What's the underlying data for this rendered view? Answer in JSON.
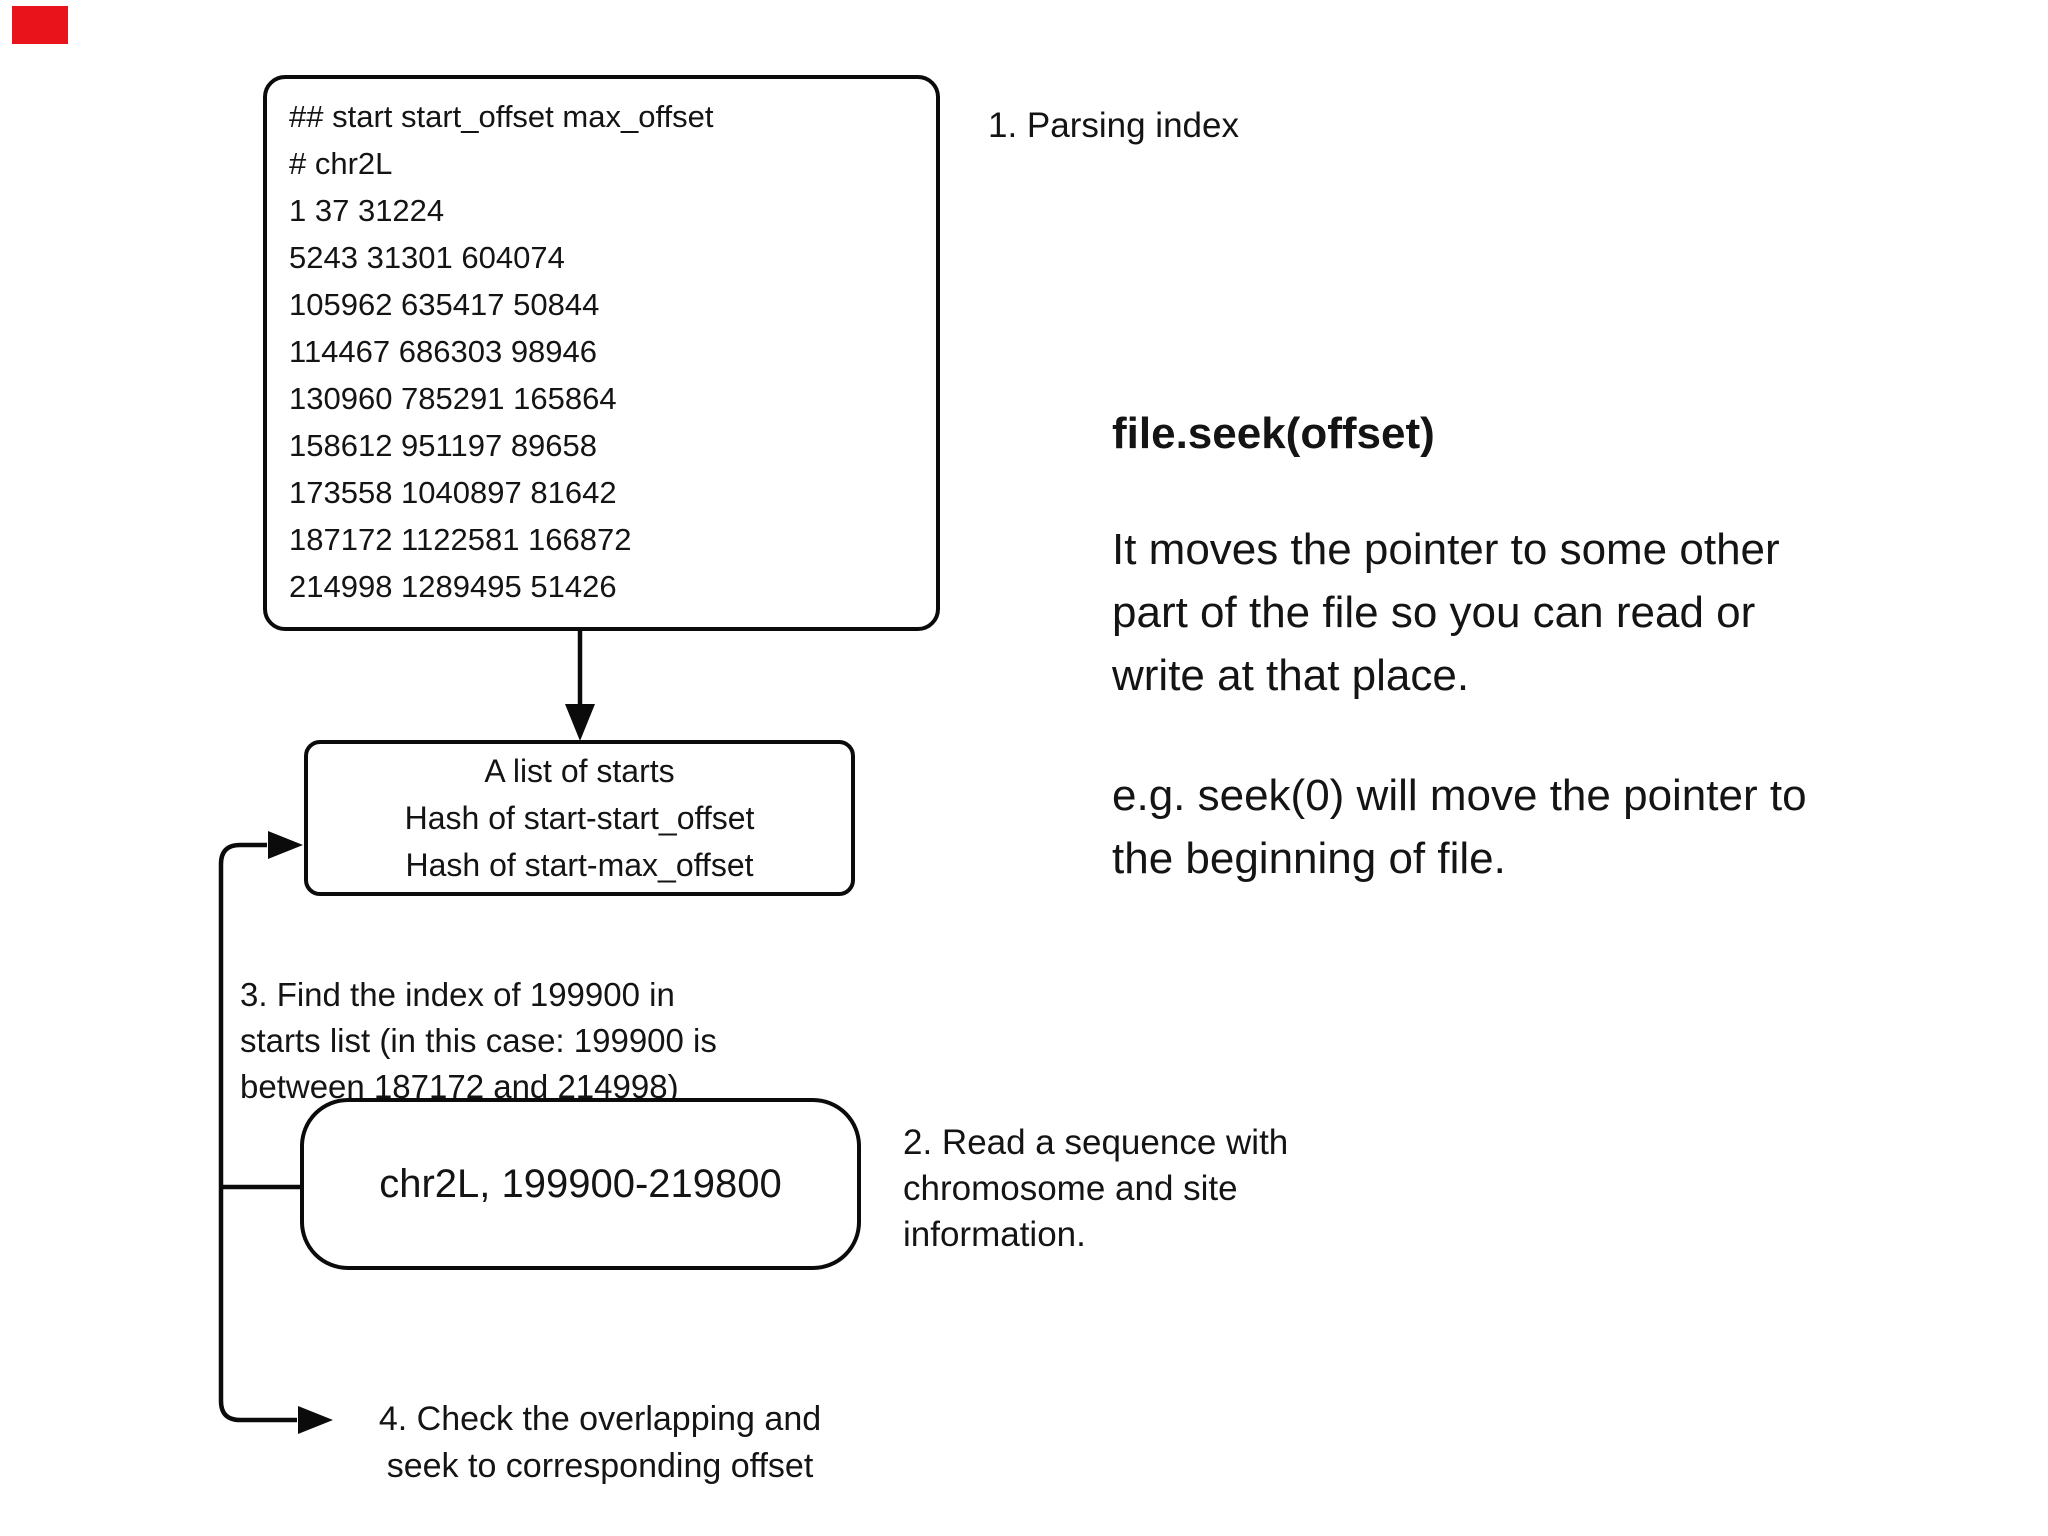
{
  "colors": {
    "ink": "#0b0b0b",
    "marker_red": "#e9141b",
    "background": "#ffffff"
  },
  "index_box": {
    "lines": [
      "## start start_offset max_offset",
      "# chr2L",
      "1 37 31224",
      "5243 31301 604074",
      "105962 635417 50844",
      "114467 686303 98946",
      "130960 785291 165864",
      "158612 951197 89658",
      "173558 1040897 81642",
      "187172 1122581 166872",
      "214998 1289495 51426"
    ]
  },
  "starts_box": {
    "lines": [
      "A list of starts",
      "Hash of start-start_offset",
      "Hash of start-max_offset"
    ]
  },
  "query_box": {
    "text": "chr2L, 199900-219800"
  },
  "labels": {
    "step1": "1. Parsing index",
    "step2": [
      "2. Read a sequence with",
      "chromosome and site",
      "information."
    ],
    "step3": [
      "3. Find the index of 199900 in",
      "starts list (in this case: 199900 is",
      "between 187172 and 214998)"
    ],
    "step4": [
      "4. Check the overlapping and",
      "seek to corresponding offset"
    ]
  },
  "seek_note": {
    "title": "file.seek(offset)",
    "body": [
      "It moves the pointer to some other",
      "part of the file so you can read or",
      "write at that place."
    ],
    "example": [
      "e.g. seek(0) will move the pointer to",
      "the beginning of file."
    ]
  }
}
